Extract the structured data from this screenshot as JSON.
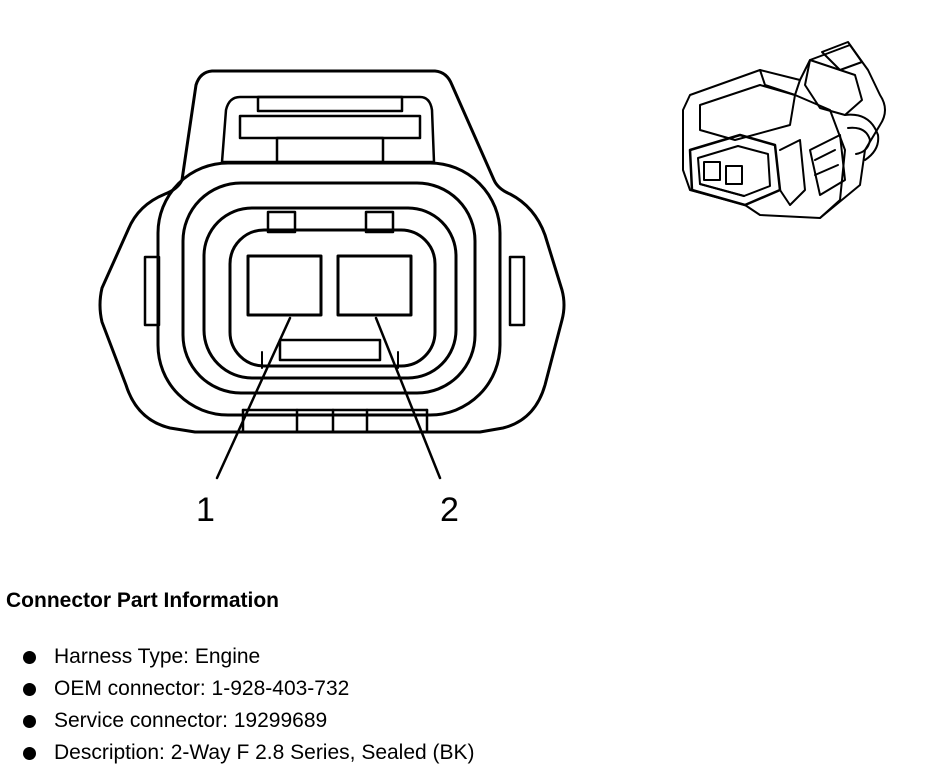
{
  "pins": [
    "1",
    "2"
  ],
  "section_title": "Connector Part Information",
  "items": [
    "Harness Type: Engine",
    "OEM connector: 1-928-403-732",
    "Service connector: 19299689",
    "Description: 2-Way F 2.8 Series, Sealed (BK)"
  ],
  "icons": {
    "bullet": "bullet-dot-icon"
  }
}
